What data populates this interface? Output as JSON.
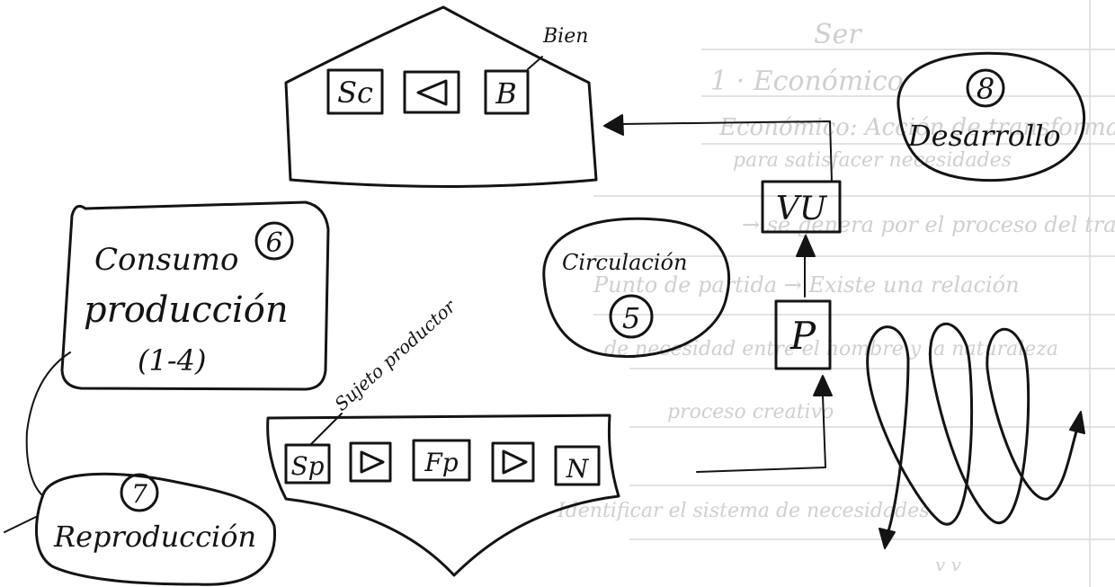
{
  "colors": {
    "ink": "#141414",
    "paper": "#ffffff",
    "ruled_line": "#d9d9d9",
    "faint_text": "#cfcfcf"
  },
  "top_shape": {
    "boxes": [
      "Sc",
      "B"
    ],
    "triangle_symbol": "left-pointing-triangle",
    "callout": "Bien"
  },
  "bottom_shape": {
    "boxes": [
      "Sp",
      "Fp",
      "N"
    ],
    "triangle_symbol": "right-pointing-triangle",
    "callout": "Sujeto productor"
  },
  "nodes": {
    "desarrollo": {
      "number": "8",
      "label": "Desarrollo"
    },
    "circulacion": {
      "label": "Circulación",
      "number": "5"
    },
    "consumo": {
      "label": "Consumo",
      "number": "6",
      "line2": "producción",
      "line3": "(1-4)"
    },
    "reproduccion": {
      "number": "7",
      "label": "Reproducción"
    },
    "vu": {
      "label": "VU"
    },
    "p": {
      "label": "P"
    }
  },
  "background_notes": {
    "line_1": "Ser",
    "line_2": "1 · Económico",
    "line_3": "Económico: Acción de transformar la naturaleza",
    "line_4": "para satisfacer necesidades",
    "line_5": "→ se genera por el proceso del trabajo",
    "line_6": "Punto de partida → Existe una relación",
    "line_7": "de necesidad entre el hombre y la naturaleza",
    "line_8": "proceso creativo",
    "line_9": "Identificar el sistema de necesidades",
    "line_10": "v v"
  }
}
